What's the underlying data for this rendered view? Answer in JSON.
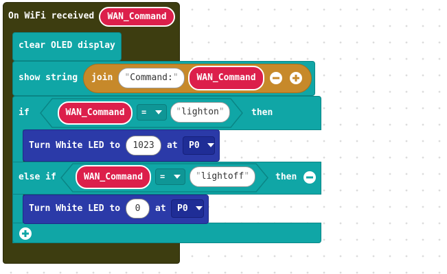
{
  "event_block": {
    "label": "On WiFi received",
    "param": "WAN_Command"
  },
  "clear_block": {
    "label": "clear OLED display"
  },
  "show_block": {
    "label": "show string",
    "join_label": "join",
    "join_text": "Command:",
    "join_var": "WAN_Command"
  },
  "if_block": {
    "if_label": "if",
    "then_label": "then",
    "elseif_label": "else if",
    "cond1": {
      "var": "WAN_Command",
      "op": "=",
      "value": "lighton"
    },
    "cond2": {
      "var": "WAN_Command",
      "op": "=",
      "value": "lightoff"
    },
    "action1": {
      "label": "Turn White LED to",
      "value": "1023",
      "at": "at",
      "pin": "P0"
    },
    "action2": {
      "label": "Turn White LED to",
      "value": "0",
      "at": "at",
      "pin": "P0"
    }
  },
  "colors": {
    "hat": "#3d3d10",
    "teal": "#10a6a6",
    "gold": "#c7892a",
    "blue": "#2b3aa8",
    "variable": "#dc1f4b"
  },
  "icons": {
    "minus": "minus-circle-icon",
    "plus": "plus-circle-icon",
    "dropdown": "caret-down-icon"
  }
}
